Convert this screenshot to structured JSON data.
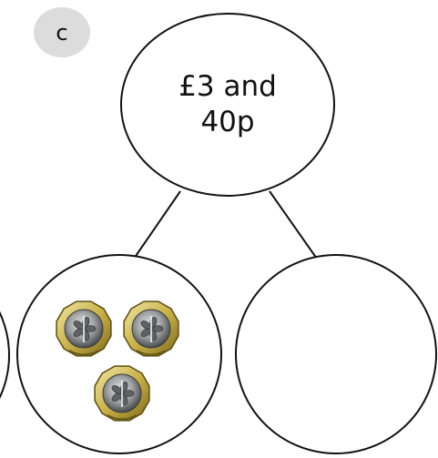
{
  "label": "c",
  "whole": {
    "line1": "£3 and",
    "line2": "40p"
  },
  "parts": [
    {
      "name": "part-left",
      "coins": [
        {
          "type": "£1 coin"
        },
        {
          "type": "£1 coin"
        },
        {
          "type": "£1 coin"
        }
      ]
    },
    {
      "name": "part-right",
      "coins": []
    }
  ],
  "colors": {
    "stroke": "#111111",
    "badge": "#dcdcdc",
    "coin_gold": "#c9b24a",
    "coin_silver": "#9a9c9e"
  },
  "icons": {
    "coin": "pound-coin-icon"
  }
}
